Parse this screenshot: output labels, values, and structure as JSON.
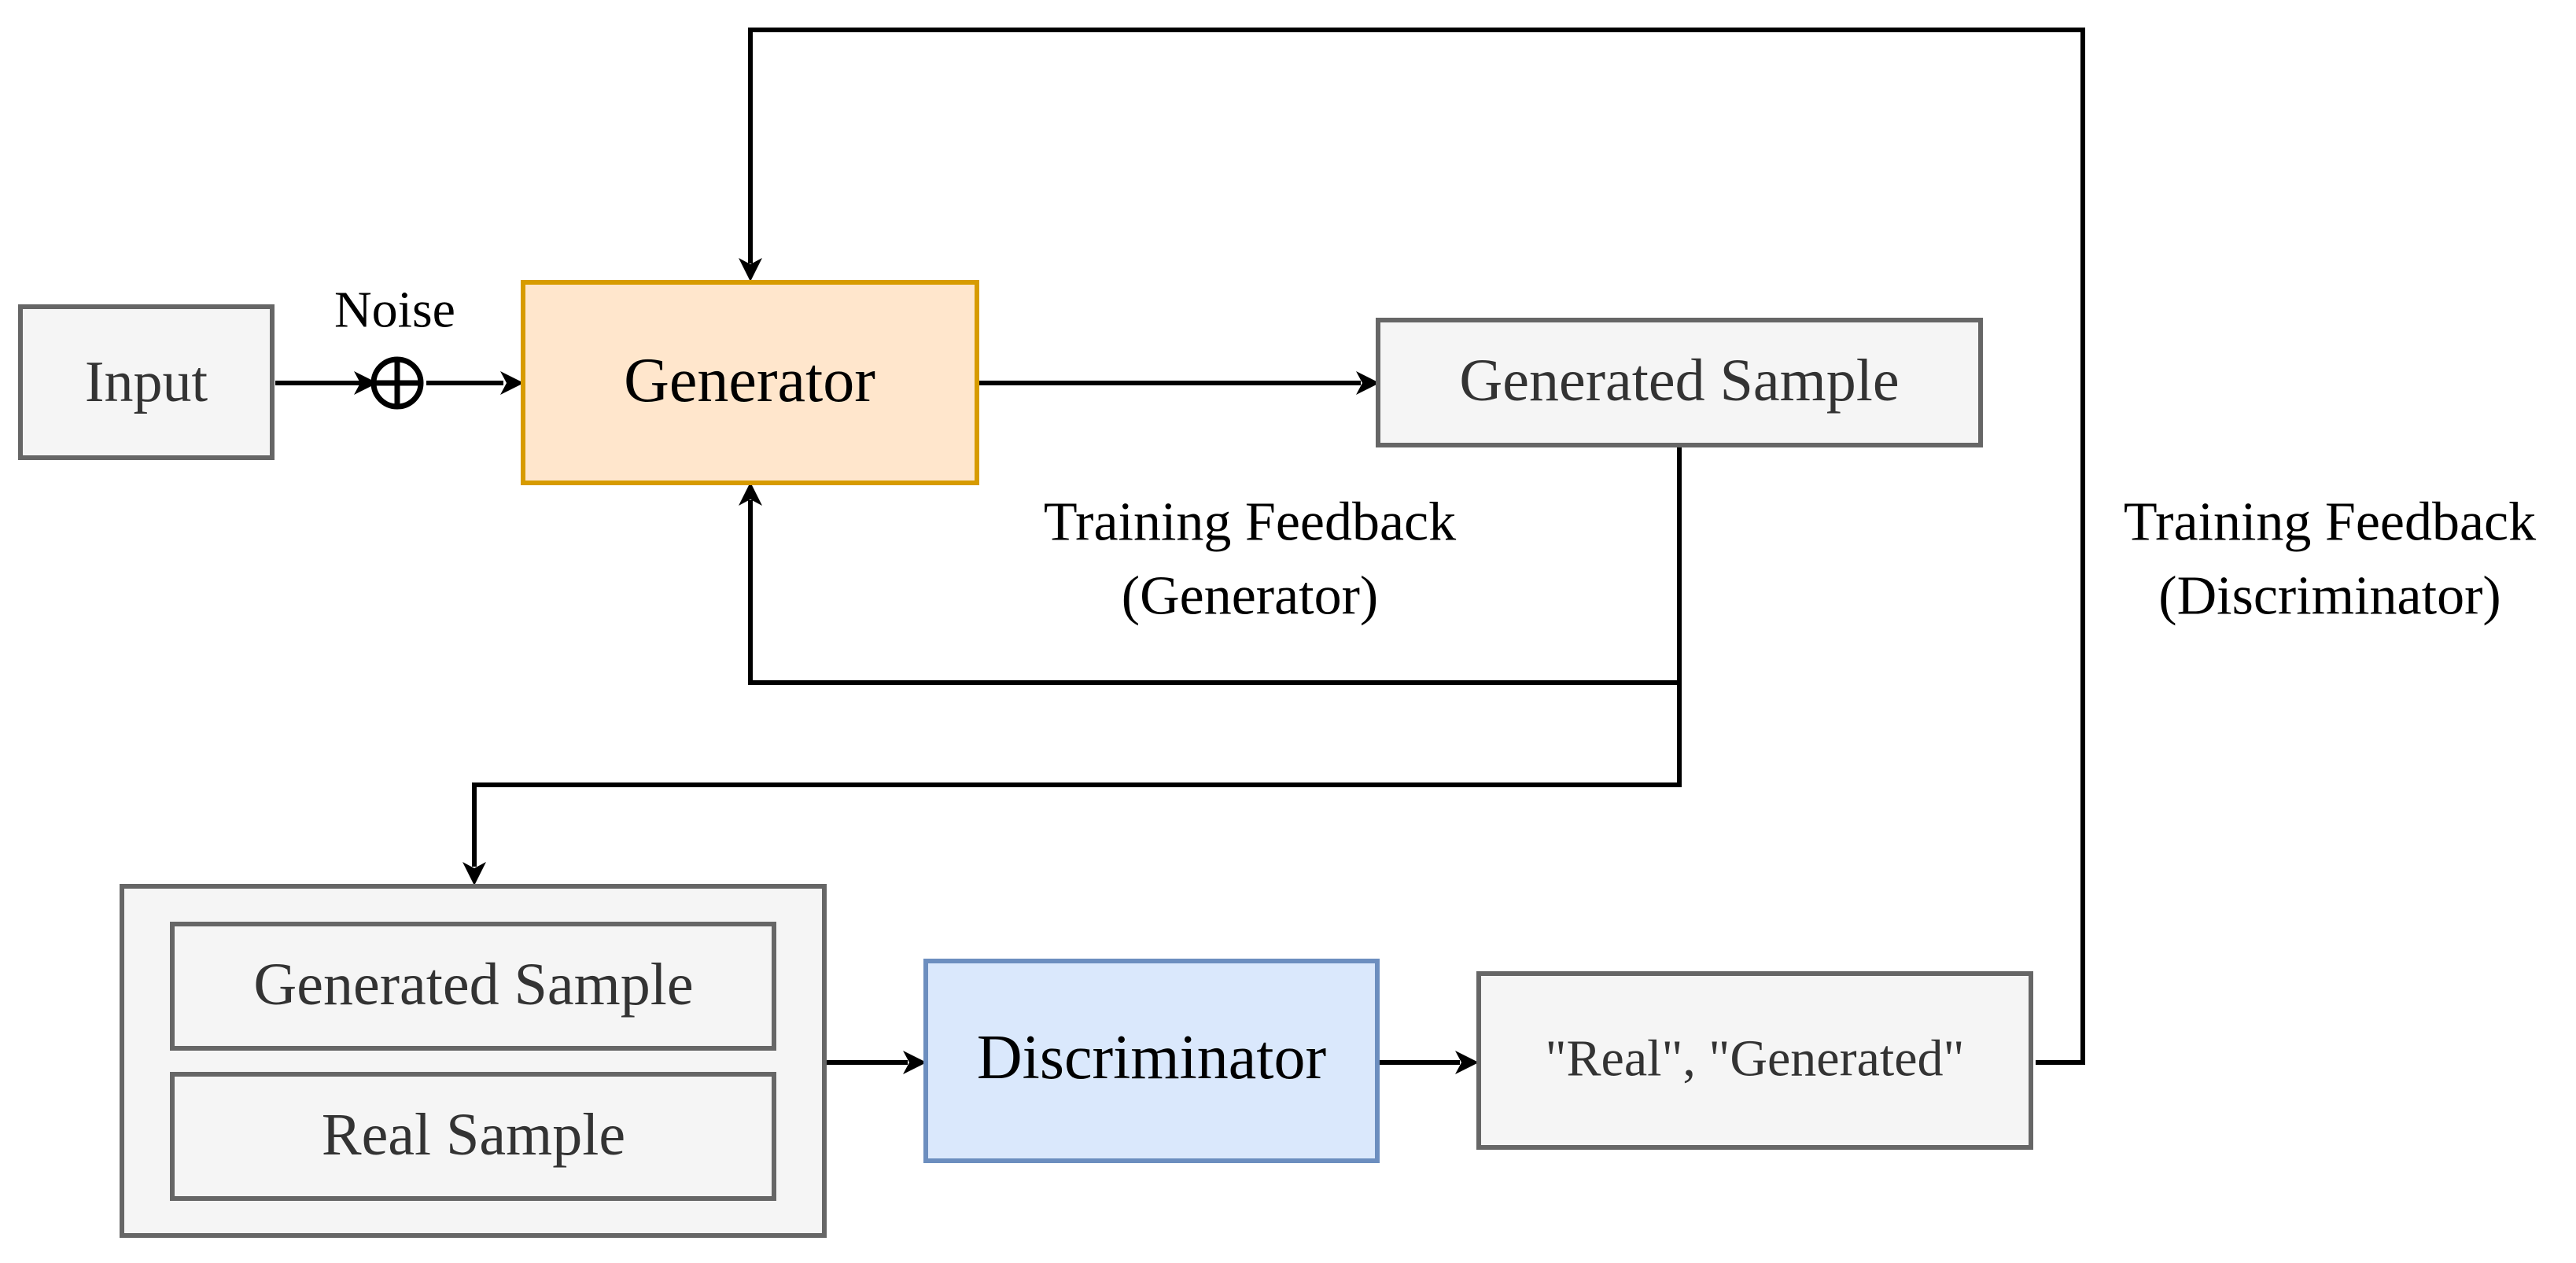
{
  "nodes": {
    "input": "Input",
    "generator": "Generator",
    "generated_sample_top": "Generated Sample",
    "generated_sample_bottom": "Generated Sample",
    "real_sample": "Real Sample",
    "discriminator": "Discriminator",
    "output": "\"Real\", \"Generated\""
  },
  "labels": {
    "noise": "Noise",
    "feedback_generator_line1": "Training Feedback",
    "feedback_generator_line2": "(Generator)",
    "feedback_discriminator_line1": "Training Feedback",
    "feedback_discriminator_line2": "(Discriminator)"
  },
  "colors": {
    "generator_fill": "#ffe6cc",
    "generator_border": "#d79b00",
    "discriminator_fill": "#dae8fc",
    "discriminator_border": "#6c8ebf",
    "box_fill": "#f5f5f5",
    "box_border": "#666666"
  }
}
